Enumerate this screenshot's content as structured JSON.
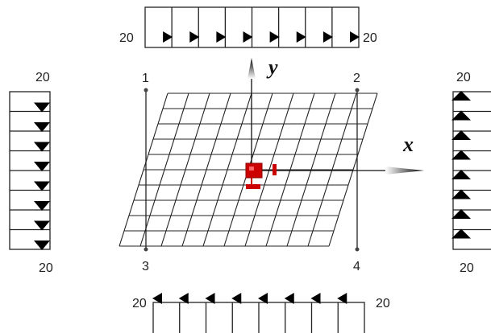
{
  "loads": {
    "top": {
      "left_value": "20",
      "right_value": "20"
    },
    "bottom": {
      "left_value": "20",
      "right_value": "20"
    },
    "left": {
      "top_value": "20",
      "bottom_value": "20"
    },
    "right": {
      "top_value": "20",
      "bottom_value": "20"
    }
  },
  "corners": {
    "c1": "1",
    "c2": "2",
    "c3": "3",
    "c4": "4"
  },
  "axes": {
    "x_label": "x",
    "y_label": "y"
  },
  "colors": {
    "line": "#222222",
    "arrowhead": "#000000",
    "marker": "#cc0000",
    "background": "#ffffff"
  },
  "icons": {
    "arrowhead": "triangle-arrowhead-icon",
    "center": "origin-marker-icon"
  }
}
